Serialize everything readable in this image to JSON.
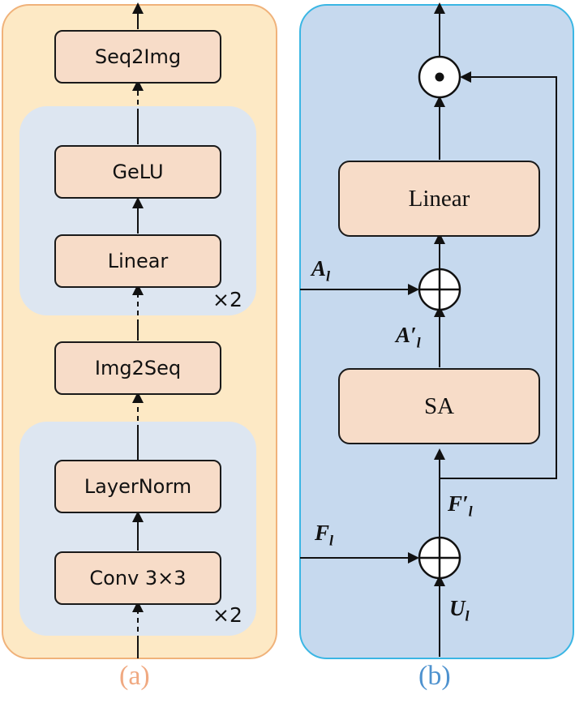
{
  "panel_a": {
    "blocks": {
      "seq2img": "Seq2Img",
      "gelu": "GeLU",
      "linear": "Linear",
      "img2seq": "Img2Seq",
      "layernorm": "LayerNorm",
      "conv": "Conv 3×3"
    },
    "repeat_upper": "×2",
    "repeat_lower": "×2",
    "caption": "(a)"
  },
  "panel_b": {
    "blocks": {
      "linear": "Linear",
      "sa": "SA"
    },
    "operators": {
      "top": "multiply",
      "middle": "add",
      "bottom": "add"
    },
    "inputs": {
      "a_l": "A",
      "a_l_sub": "l",
      "a_prime": "A′",
      "a_prime_sub": "l",
      "f_l": "F",
      "f_l_sub": "l",
      "f_prime": "F′",
      "f_prime_sub": "l",
      "u_l": "U",
      "u_l_sub": "l"
    },
    "caption": "(b)"
  },
  "colors": {
    "panel_a_fill": "#fde9c5",
    "panel_a_border": "#f0b27a",
    "panel_b_fill": "#c6d9ee",
    "panel_b_border": "#3ab6e4",
    "block_fill": "#f7dcc8",
    "caption_a": "#f0a981",
    "caption_b": "#4e92cf"
  }
}
